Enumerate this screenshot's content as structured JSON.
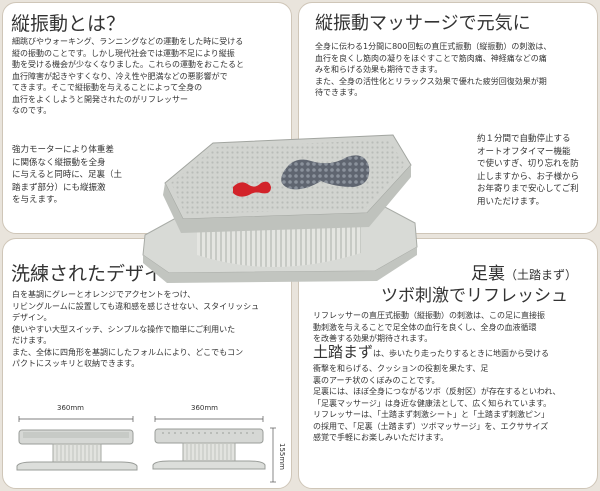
{
  "top_left": {
    "heading": "縦振動とは？",
    "lines": [
      "細跳びやウォーキング、ランニングなどの運動をした時に受ける",
      "縦の振動のことです。しかし現代社会では運動不足により縦振",
      "動を受ける機会が少なくなりました。これらの運動をおこたると",
      "血行障害が起きやすくなり、冷え性や肥満などの悪影響がで",
      "てきます。そこで縦振動を与えることによって全身の",
      "血行をよくしようと開発されたのがリフレッサー",
      "なのです。"
    ],
    "sub_lines": [
      "強力モーターにより体重差",
      "に関係なく縦振動を全身",
      "に与えると同時に、足裏（土",
      "踏まず部分）にも縦振激",
      "を与えます。"
    ]
  },
  "top_right": {
    "heading": "縦振動マッサージで元気に",
    "lines": [
      "全身に伝わる1分間に800回転の直圧式振動（縦振動）の刺激は、",
      "血行を良くし筋肉の凝りをほぐすことで筋肉痛、神経痛などの痛",
      "みを和らげる効果も期待できます。",
      "また、全身の活性化とリラックス効果で優れた疲労回復効果が期",
      "待できます。"
    ],
    "sub_lines": [
      "約１分間で自動停止する",
      "オートオフタイマー機能",
      "で使いすぎ、切り忘れを防",
      "止しますから、お子様から",
      "お年寄りまで安心してご利",
      "用いただけます。"
    ]
  },
  "bottom_left": {
    "heading": "洗練されたデザイン",
    "lines": [
      "白を基調にグレーとオレンジでアクセントをつけ、",
      "リビングルームに設置しても違和感を感じさせない、スタイリッシュ",
      "デザイン。",
      "使いやすい大型スイッチ、シンプルな操作で簡単にご利用いた",
      "だけます。",
      "また、全体に四角形を基調にしたフォルムにより、どこでもコン",
      "パクトにスッキリと収納できます。"
    ],
    "dims": {
      "width_a": "360mm",
      "width_b": "360mm",
      "height": "155mm"
    }
  },
  "bottom_right": {
    "heading_1": "足裏",
    "heading_paren": "（土踏まず）",
    "heading_2": "ツボ刺激でリフレッシュ",
    "lines_a": [
      "リフレッサーの直圧式振動（縦振動）の刺激は、この足に直接振",
      "動刺激を与えることで足全体の血行を良くし、全身の血液循環",
      "を改善する効果が期待されます。"
    ],
    "term": "土踏まず",
    "term_rest": "は、歩いたり走ったりするときに地面から受ける",
    "lines_b": [
      "衝撃を和らげる、クッションの役割を果たす、足",
      "裏のアーチ状のくぼみのことです。",
      "足裏には、ほぼ全身につながるツボ（反射区）が存在するといわれ、",
      "「足裏マッサージ」は身近な健康法として、広く知られています。",
      "リフレッサーは、「土踏まず刺激シート」と「土踏まず刺激ピン」",
      "の採用で、「足裏（土踏まず）ツボマッサージ」を、エクササイズ",
      "感覚で手軽にお楽しみいただけます。"
    ]
  },
  "colors": {
    "background": "#e9e4dc",
    "panel": "#ffffff",
    "device_body": "#d9dbd8",
    "device_dark": "#5f6570",
    "accent_red": "#d2232a"
  }
}
